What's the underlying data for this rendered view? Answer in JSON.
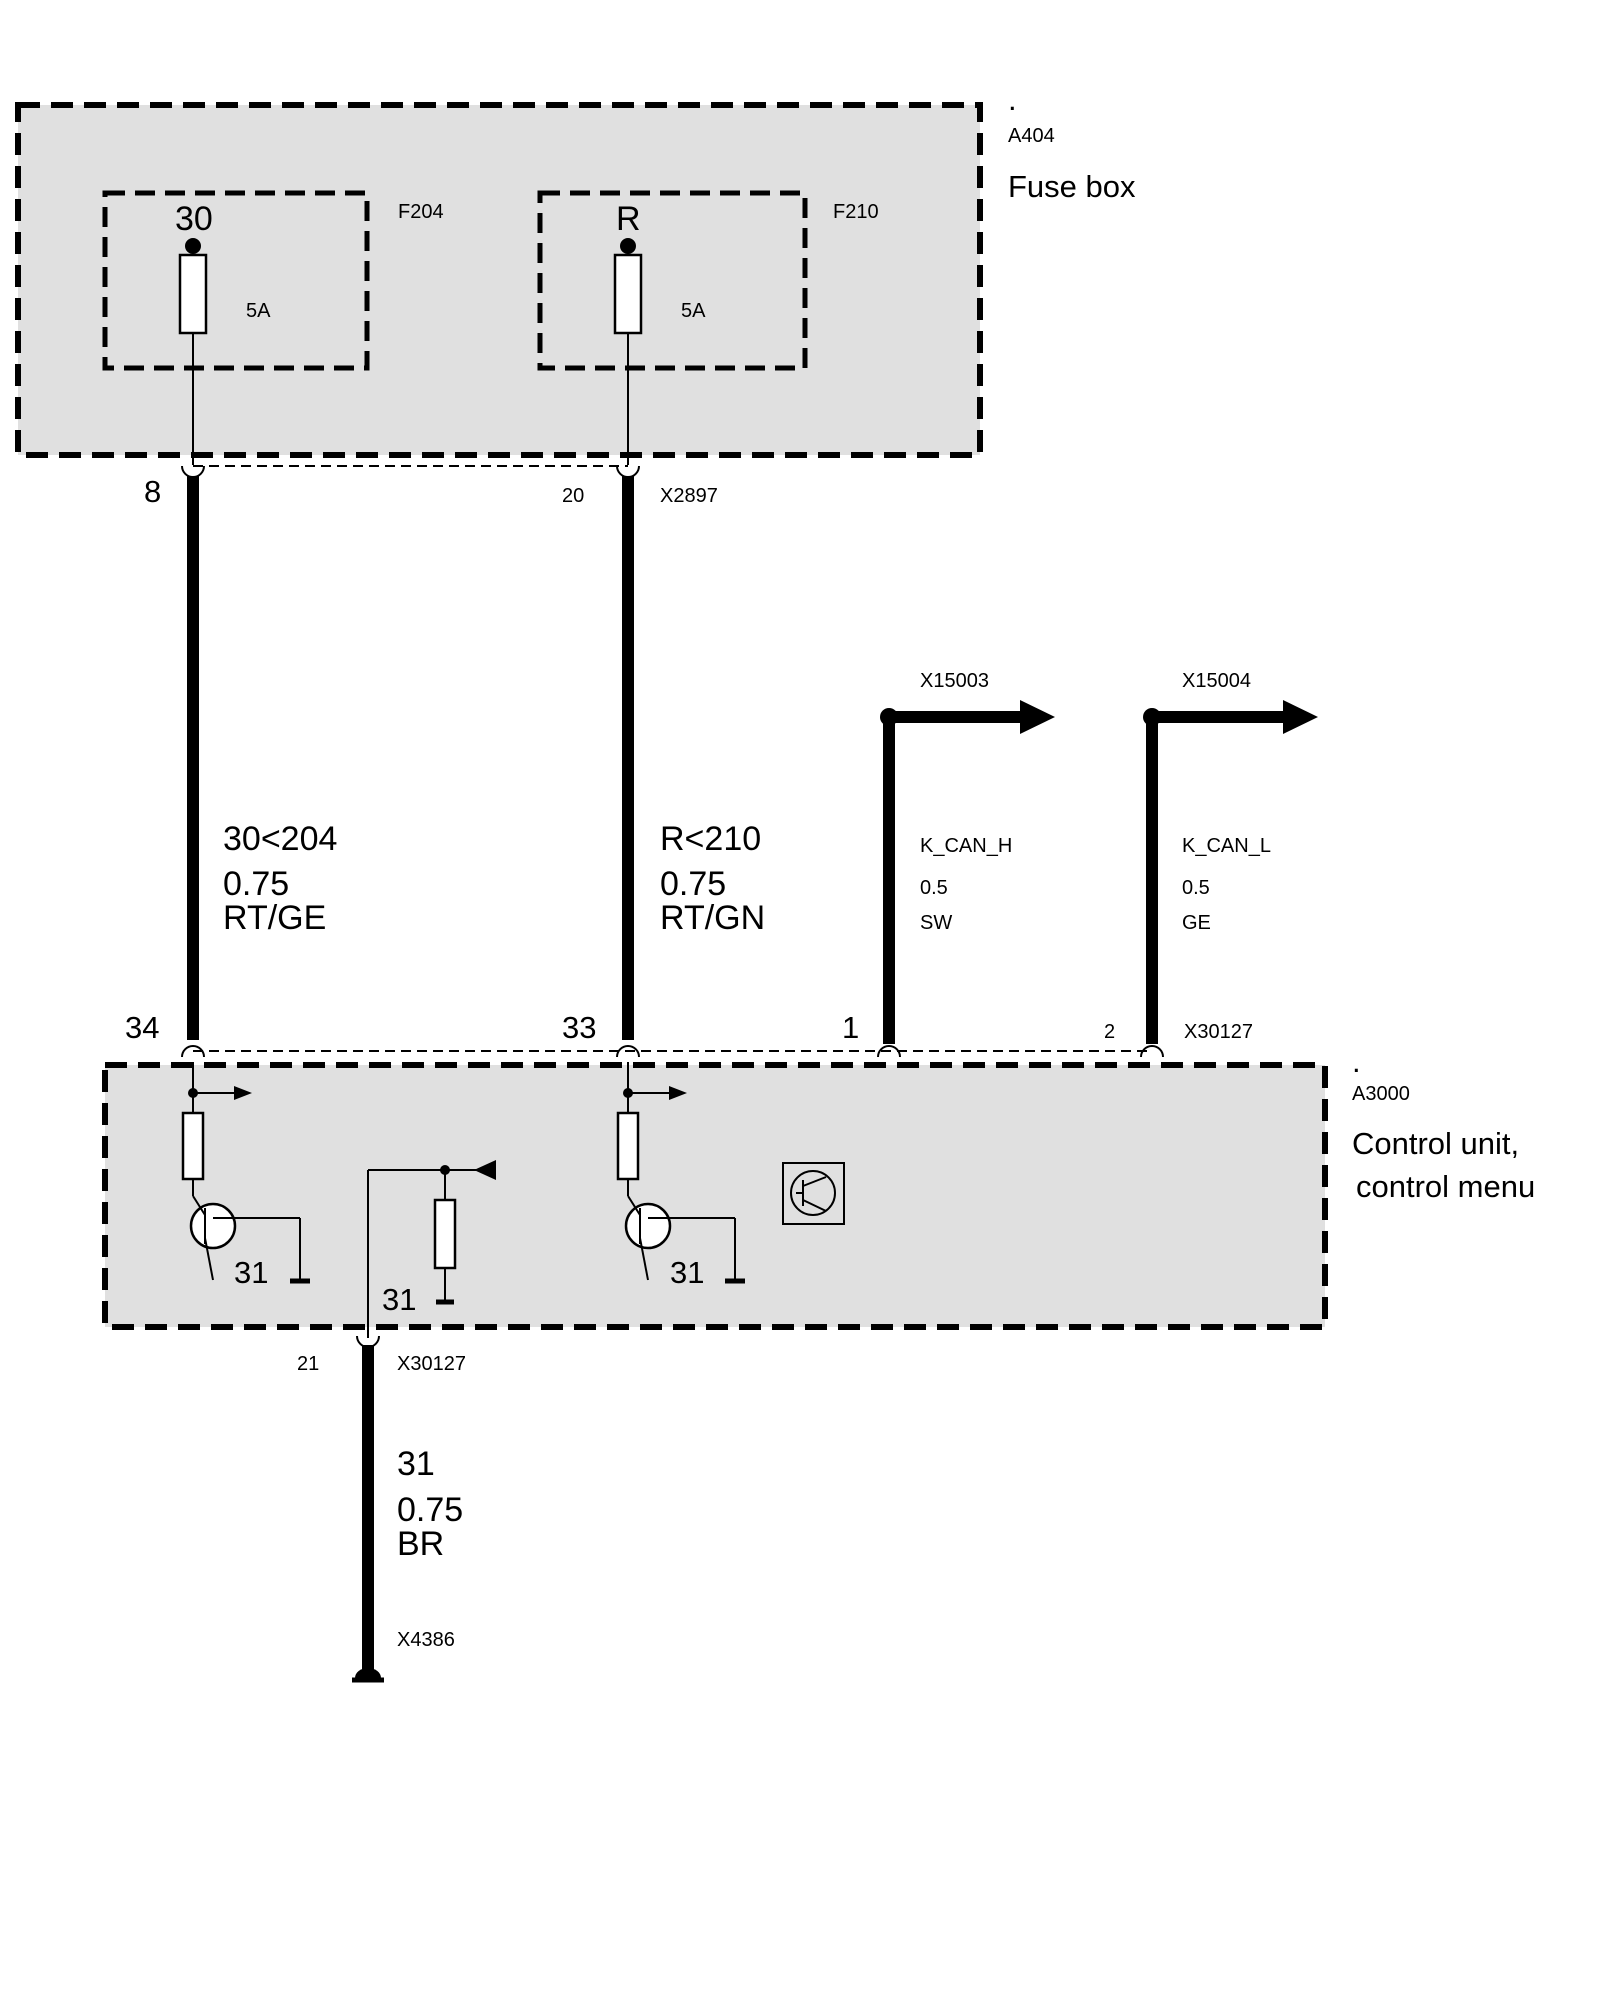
{
  "fuse_box": {
    "dot": ".",
    "id": "A404",
    "name": "Fuse box",
    "fuses": [
      {
        "terminal": "30",
        "id": "F204",
        "rating": "5A"
      },
      {
        "terminal": "R",
        "id": "F210",
        "rating": "5A"
      }
    ]
  },
  "fuse_box_connector": {
    "id": "X2897",
    "pins": [
      "8",
      "20"
    ]
  },
  "wires": [
    {
      "label": "30<204",
      "gauge": "0.75",
      "color": "RT/GE"
    },
    {
      "label": "R<210",
      "gauge": "0.75",
      "color": "RT/GN"
    },
    {
      "label": "K_CAN_H",
      "gauge": "0.5",
      "color": "SW",
      "connector": "X15003"
    },
    {
      "label": "K_CAN_L",
      "gauge": "0.5",
      "color": "GE",
      "connector": "X15004"
    }
  ],
  "control_unit": {
    "dot": ".",
    "id": "A3000",
    "name_line1": "Control unit,",
    "name_line2": "control menu",
    "connector": "X30127",
    "pins": [
      "34",
      "33",
      "1",
      "2"
    ],
    "ground_labels": [
      "31",
      "31",
      "31"
    ]
  },
  "ground": {
    "pin": "21",
    "connector": "X30127",
    "wire_label": "31",
    "gauge": "0.75",
    "color": "BR",
    "ground_point": "X4386"
  }
}
